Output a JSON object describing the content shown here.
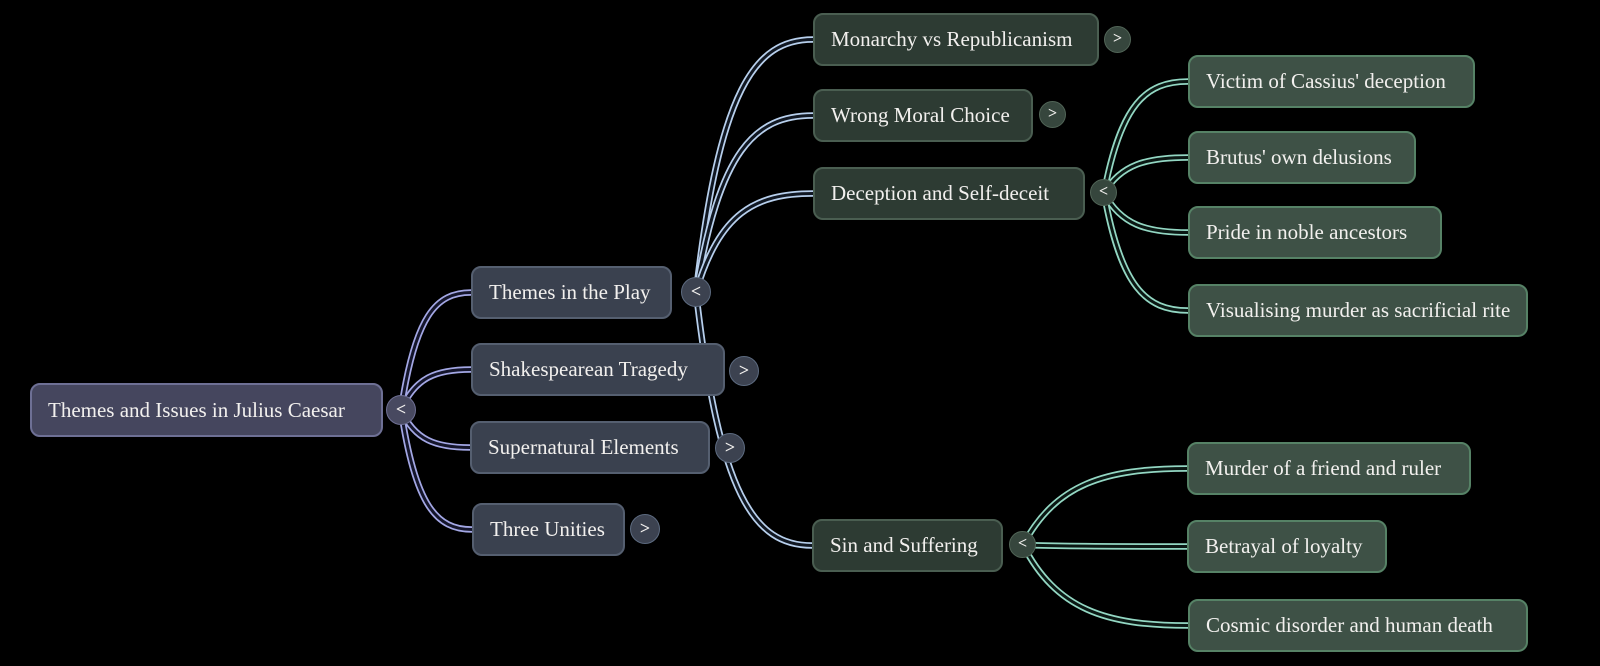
{
  "canvas": {
    "background": "#000000"
  },
  "palette": {
    "edge-purple": "#a3a7e4",
    "edge-purple-core": "#14152b",
    "edge-blue": "#b7cfec",
    "edge-blue-core": "#101722",
    "edge-teal": "#93d7c3",
    "edge-teal-core": "#0a1713",
    "root-fill": "#45465e",
    "root-border": "#6e7095",
    "slate-fill": "#3a414f",
    "slate-border": "#555f70",
    "green-fill": "#2d3b33",
    "green-border": "#4a5e51",
    "leaf-fill": "#3e5146",
    "leaf-border": "#568266",
    "toggle-root-fill": "#484960",
    "toggle-root-border": "#6f7094",
    "toggle-slate-fill": "#3c4250",
    "toggle-slate-border": "#5d6b80",
    "toggle-green-fill": "#36463d",
    "toggle-green-border": "#516557",
    "text": "#f2f0ee"
  },
  "nodes": {
    "root": {
      "label": "Themes and Issues in Julius Caesar",
      "toggle": "<"
    },
    "level1": [
      {
        "label": "Themes in the Play",
        "toggle": "<"
      },
      {
        "label": "Shakespearean Tragedy",
        "toggle": ">"
      },
      {
        "label": "Supernatural Elements",
        "toggle": ">"
      },
      {
        "label": "Three Unities",
        "toggle": ">"
      }
    ],
    "level2": [
      {
        "label": "Monarchy vs Republicanism",
        "toggle": ">"
      },
      {
        "label": "Wrong Moral Choice",
        "toggle": ">"
      },
      {
        "label": "Deception and Self-deceit",
        "toggle": "<"
      },
      {
        "label": "Sin and Suffering",
        "toggle": "<"
      }
    ],
    "level3_deception": [
      {
        "label": "Victim of Cassius' deception"
      },
      {
        "label": "Brutus' own delusions"
      },
      {
        "label": "Pride in noble ancestors"
      },
      {
        "label": "Visualising murder as sacrificial rite"
      }
    ],
    "level3_sin": [
      {
        "label": "Murder of a friend and ruler"
      },
      {
        "label": "Betrayal of loyalty"
      },
      {
        "label": "Cosmic disorder and human death"
      }
    ]
  }
}
